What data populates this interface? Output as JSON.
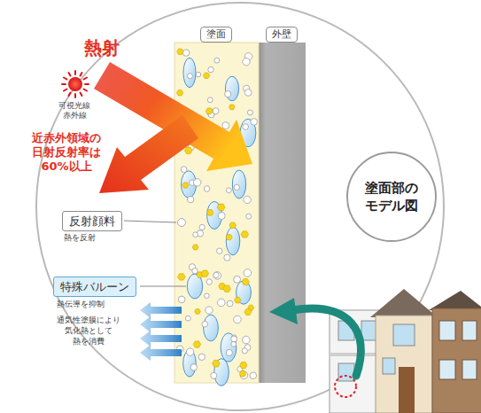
{
  "diagram": {
    "nodes": [
      {
        "text": [
          "塗面"
        ]
      },
      {
        "text": [
          "外壁"
        ]
      },
      {
        "text": [
          "反射顔料"
        ]
      },
      {
        "text": [
          "特殊バルーン"
        ]
      },
      {
        "text": [
          "塗面部の モデル図"
        ]
      }
    ],
    "labels": [
      "熱射",
      "可視光線 赤外線",
      "近赤外領域の 日射反射率は 60%以上",
      "熱を反射",
      "熱伝導を抑制",
      "通気性塗膜により 気化熱として 熱を消費"
    ]
  }
}
